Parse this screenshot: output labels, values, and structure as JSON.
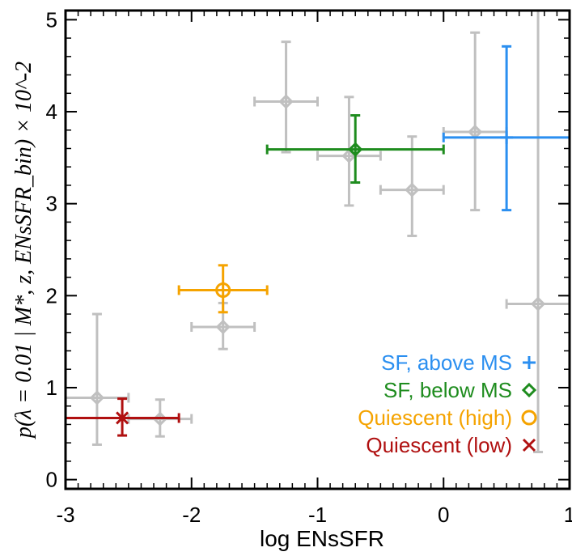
{
  "chart_data": {
    "type": "scatter",
    "xlabel": "log ENsSFR",
    "ylabel": "p(λ = 0.01 | M*, z, ENsSFR_bin) × 10^-2",
    "xlim": [
      -3,
      1
    ],
    "ylim": [
      -0.1,
      5.1
    ],
    "x_ticks": [
      "-3",
      "-2",
      "-1",
      "0",
      "1"
    ],
    "y_ticks": [
      "0",
      "1",
      "2",
      "3",
      "4",
      "5"
    ],
    "grid": false,
    "legend_position": "bottom-right",
    "series": [
      {
        "name": "",
        "color": "#c0c0c0",
        "marker": "diamond",
        "points": [
          {
            "x": -2.75,
            "y": 0.89,
            "xerr": [
              -3.0,
              -2.5
            ],
            "yerr": [
              0.38,
              1.8
            ]
          },
          {
            "x": -2.25,
            "y": 0.66,
            "xerr": [
              -2.5,
              -2.0
            ],
            "yerr": [
              0.47,
              0.87
            ]
          },
          {
            "x": -1.75,
            "y": 1.66,
            "xerr": [
              -2.0,
              -1.5
            ],
            "yerr": [
              1.42,
              1.92
            ]
          },
          {
            "x": -1.25,
            "y": 4.11,
            "xerr": [
              -1.5,
              -1.0
            ],
            "yerr": [
              3.56,
              4.76
            ]
          },
          {
            "x": -0.75,
            "y": 3.52,
            "xerr": [
              -1.0,
              -0.5
            ],
            "yerr": [
              2.98,
              4.16
            ]
          },
          {
            "x": -0.25,
            "y": 3.15,
            "xerr": [
              -0.5,
              0.0
            ],
            "yerr": [
              2.65,
              3.73
            ]
          },
          {
            "x": 0.25,
            "y": 3.78,
            "xerr": [
              0.0,
              0.5
            ],
            "yerr": [
              2.93,
              4.86
            ]
          },
          {
            "x": 0.75,
            "y": 1.91,
            "xerr": [
              0.5,
              1.0
            ],
            "yerr": [
              0.3,
              5.1
            ]
          }
        ]
      },
      {
        "name": "SF, above MS",
        "color": "#2b8ff0",
        "marker": "plus",
        "points": [
          {
            "x": 0.5,
            "y": 3.72,
            "xerr": [
              0.0,
              1.0
            ],
            "yerr": [
              2.93,
              4.71
            ]
          }
        ]
      },
      {
        "name": "SF, below MS",
        "color": "#1e8c1e",
        "marker": "diamond",
        "points": [
          {
            "x": -0.7,
            "y": 3.59,
            "xerr": [
              -1.4,
              0.0
            ],
            "yerr": [
              3.23,
              3.96
            ]
          }
        ]
      },
      {
        "name": "Quiescent (high)",
        "color": "#f5a300",
        "marker": "circle",
        "points": [
          {
            "x": -1.75,
            "y": 2.06,
            "xerr": [
              -2.1,
              -1.4
            ],
            "yerr": [
              1.82,
              2.33
            ]
          }
        ]
      },
      {
        "name": "Quiescent (low)",
        "color": "#b01010",
        "marker": "x",
        "points": [
          {
            "x": -2.55,
            "y": 0.67,
            "xerr": [
              -3.0,
              -2.1
            ],
            "yerr": [
              0.48,
              0.88
            ]
          }
        ]
      }
    ]
  }
}
